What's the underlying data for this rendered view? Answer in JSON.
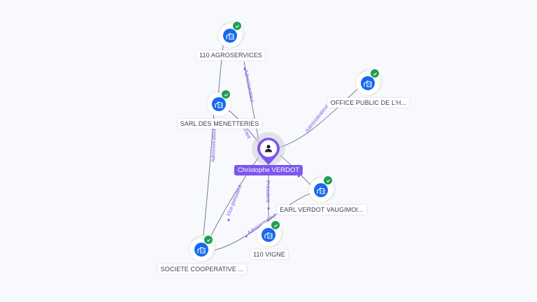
{
  "graph": {
    "center": {
      "id": "christophe-verdot",
      "name": "Christophe VERDOT",
      "type": "person",
      "icon": "person-icon",
      "color": "#7c57ee"
    },
    "companies": [
      {
        "id": "agroservices",
        "name": "110 AGROSERVICES",
        "icon": "building-icon",
        "verified": true
      },
      {
        "id": "menetteries",
        "name": "SARL DES MENETTERIES",
        "icon": "building-icon",
        "verified": true
      },
      {
        "id": "office-public",
        "name": "OFFICE PUBLIC DE L'H...",
        "icon": "building-icon",
        "verified": true
      },
      {
        "id": "earl-verdot",
        "name": "EARL VERDOT VAUGIMOI...",
        "icon": "building-icon",
        "verified": true
      },
      {
        "id": "vigne",
        "name": "110 VIGNE",
        "icon": "building-icon",
        "verified": true
      },
      {
        "id": "cooperative",
        "name": "SOCIETE COOPERATIVE ...",
        "icon": "building-icon",
        "verified": true
      }
    ],
    "edges": [
      {
        "from": "christophe-verdot",
        "to": "agroservices",
        "label": "Administrateur"
      },
      {
        "from": "christophe-verdot",
        "to": "menetteries",
        "label": "Gérant"
      },
      {
        "from": "christophe-verdot",
        "to": "office-public",
        "label": "Administrateur"
      },
      {
        "from": "christophe-verdot",
        "to": "earl-verdot",
        "label": ""
      },
      {
        "from": "christophe-verdot",
        "to": "vigne",
        "label": "Président"
      },
      {
        "from": "christophe-verdot",
        "to": "cooperative",
        "label": "Vice-président"
      },
      {
        "from": "menetteries",
        "to": "agroservices",
        "label": ""
      },
      {
        "from": "cooperative",
        "to": "menetteries",
        "label": "Administrateur"
      },
      {
        "from": "cooperative",
        "to": "earl-verdot",
        "label": "Administrateur"
      }
    ],
    "colors": {
      "company_icon": "#1769ec",
      "verified_badge": "#1e9e52",
      "edge_label": "#7a5cf0",
      "edge_line": "#5b6178"
    }
  }
}
